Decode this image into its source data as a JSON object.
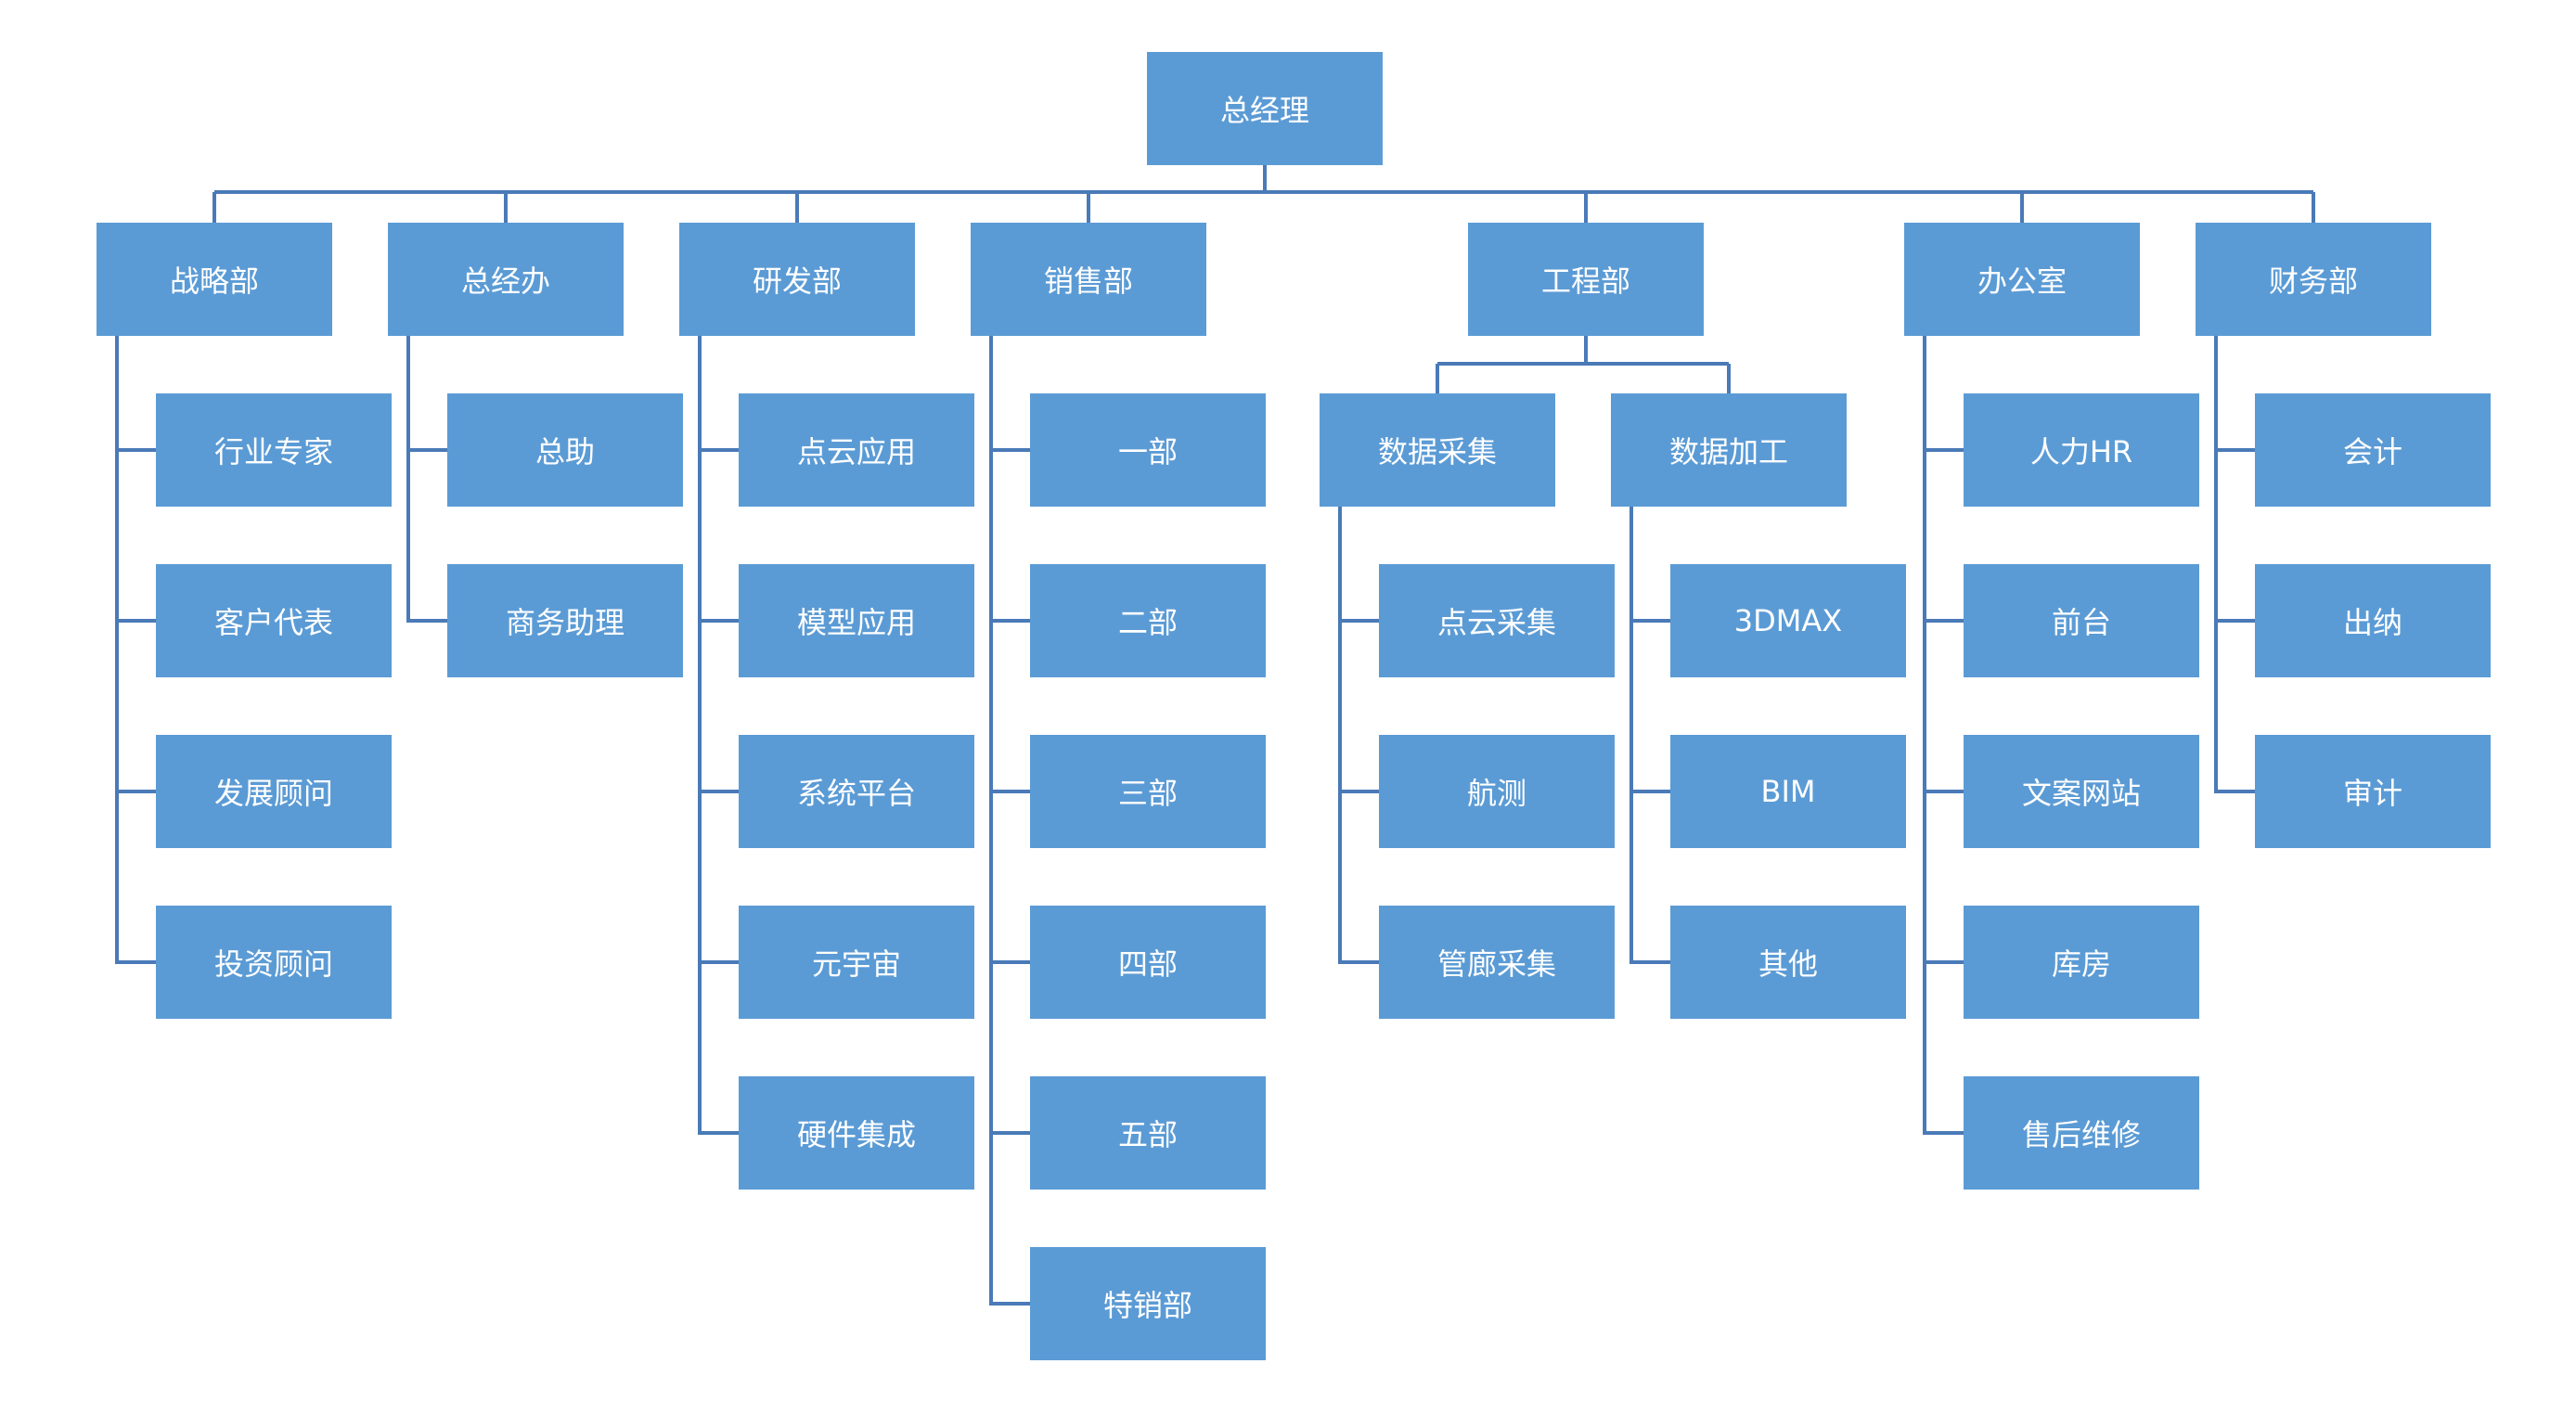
{
  "colors": {
    "box": "#5b9bd5",
    "line": "#4a7ab7",
    "text": "#ffffff",
    "background": "#ffffff"
  },
  "root": {
    "id": "root",
    "label": "总经理"
  },
  "departments": [
    {
      "id": "d0",
      "label": "战略部",
      "children": [
        {
          "id": "d0c0",
          "label": "行业专家"
        },
        {
          "id": "d0c1",
          "label": "客户代表"
        },
        {
          "id": "d0c2",
          "label": "发展顾问"
        },
        {
          "id": "d0c3",
          "label": "投资顾问"
        }
      ]
    },
    {
      "id": "d1",
      "label": "总经办",
      "children": [
        {
          "id": "d1c0",
          "label": "总助"
        },
        {
          "id": "d1c1",
          "label": "商务助理"
        }
      ]
    },
    {
      "id": "d2",
      "label": "研发部",
      "children": [
        {
          "id": "d2c0",
          "label": "点云应用"
        },
        {
          "id": "d2c1",
          "label": "模型应用"
        },
        {
          "id": "d2c2",
          "label": "系统平台"
        },
        {
          "id": "d2c3",
          "label": "元宇宙"
        },
        {
          "id": "d2c4",
          "label": "硬件集成"
        }
      ]
    },
    {
      "id": "d3",
      "label": "销售部",
      "children": [
        {
          "id": "d3c0",
          "label": "一部"
        },
        {
          "id": "d3c1",
          "label": "二部"
        },
        {
          "id": "d3c2",
          "label": "三部"
        },
        {
          "id": "d3c3",
          "label": "四部"
        },
        {
          "id": "d3c4",
          "label": "五部"
        },
        {
          "id": "d3c5",
          "label": "特销部"
        }
      ]
    },
    {
      "id": "d4",
      "label": "工程部",
      "groups": [
        {
          "id": "g0",
          "label": "数据采集",
          "children": [
            {
              "id": "g0c0",
              "label": "点云采集"
            },
            {
              "id": "g0c1",
              "label": "航测"
            },
            {
              "id": "g0c2",
              "label": "管廊采集"
            }
          ]
        },
        {
          "id": "g1",
          "label": "数据加工",
          "children": [
            {
              "id": "g1c0",
              "label": "3DMAX"
            },
            {
              "id": "g1c1",
              "label": "BIM"
            },
            {
              "id": "g1c2",
              "label": "其他"
            }
          ]
        }
      ]
    },
    {
      "id": "d5",
      "label": "办公室",
      "children": [
        {
          "id": "d5c0",
          "label": "人力HR"
        },
        {
          "id": "d5c1",
          "label": "前台"
        },
        {
          "id": "d5c2",
          "label": "文案网站"
        },
        {
          "id": "d5c3",
          "label": "库房"
        },
        {
          "id": "d5c4",
          "label": "售后维修"
        }
      ]
    },
    {
      "id": "d6",
      "label": "财务部",
      "children": [
        {
          "id": "d6c0",
          "label": "会计"
        },
        {
          "id": "d6c1",
          "label": "出纳"
        },
        {
          "id": "d6c2",
          "label": "审计"
        }
      ]
    }
  ]
}
